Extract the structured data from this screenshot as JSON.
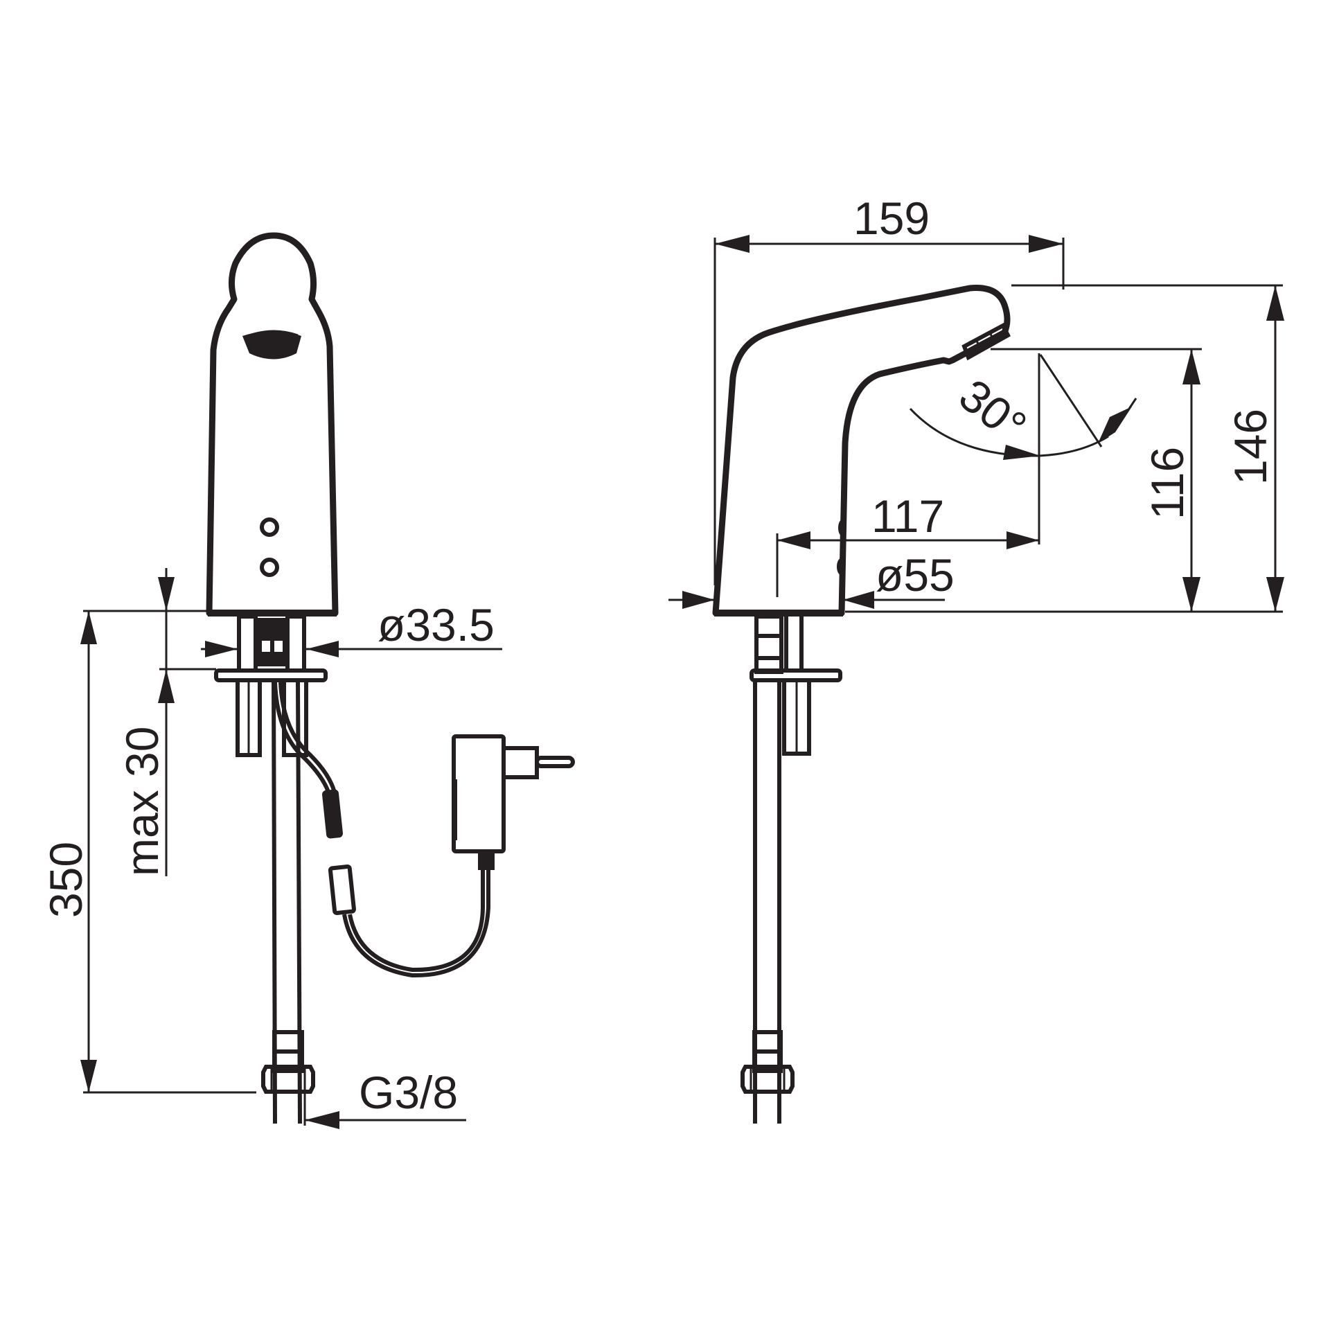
{
  "drawing": {
    "title": "Sensor basin mixer dimension drawing",
    "colors": {
      "line": "#231f20",
      "background": "#ffffff"
    },
    "front_view": {
      "dimensions": {
        "base_diameter": "ø33.5",
        "max_deck_thickness": "max 30",
        "hose_length": "350",
        "connection_thread": "G3/8"
      },
      "parts": [
        "spout-front",
        "sensor-window-upper",
        "sensor-window-lower",
        "mounting-plate",
        "threaded-studs",
        "supply-hose",
        "sensor-cable",
        "cable-connector-female",
        "cable-connector-male",
        "power-adapter",
        "power-plug"
      ]
    },
    "side_view": {
      "dimensions": {
        "spout_reach": "159",
        "total_height": "146",
        "outlet_height": "116",
        "outlet_projection": "117",
        "body_diameter": "ø55",
        "spray_angle": "30°"
      },
      "parts": [
        "spout-side",
        "aerator",
        "mounting-plate",
        "threaded-stud",
        "supply-hose"
      ]
    }
  }
}
